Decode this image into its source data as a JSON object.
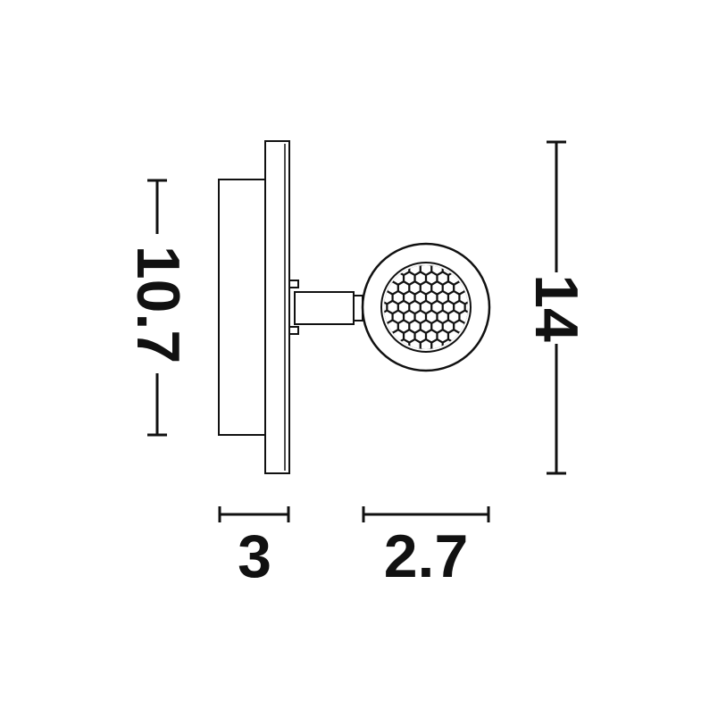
{
  "colors": {
    "line": "#111111",
    "background": "#ffffff"
  },
  "dimensions": {
    "height_base": "10.7",
    "height_total": "14",
    "depth_base": "3",
    "depth_head": "2.7"
  }
}
